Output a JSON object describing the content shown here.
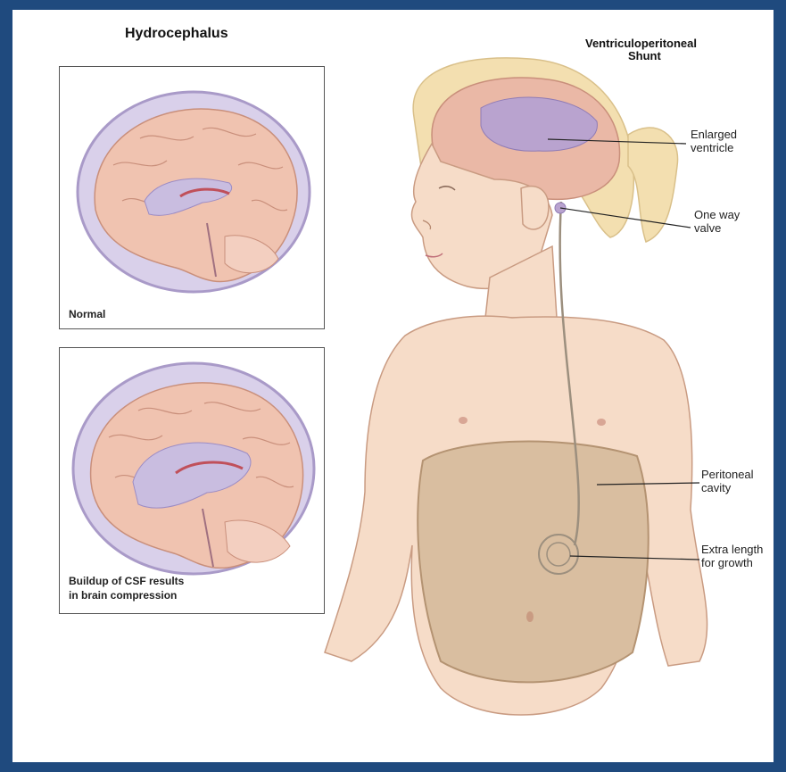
{
  "headings": {
    "left": "Hydrocephalus",
    "right_line1": "Ventriculoperitoneal",
    "right_line2": "Shunt"
  },
  "panels": {
    "top_caption": "Normal",
    "bottom_caption_line1": "Buildup of CSF results",
    "bottom_caption_line2": "in brain compression"
  },
  "labels": {
    "enlarged_line1": "Enlarged",
    "enlarged_line2": "ventricle",
    "valve_line1": "One way",
    "valve_line2": "valve",
    "peritoneal_line1": "Peritoneal",
    "peritoneal_line2": "cavity",
    "extra_line1": "Extra length",
    "extra_line2": "for growth"
  },
  "colors": {
    "background_border": "#1f4a7e",
    "skin": "#f6dcc8",
    "brain": "#f0c3b0",
    "csf": "#c9bde0",
    "cavity": "#d9bea0",
    "hair": "#f3dfb0"
  }
}
